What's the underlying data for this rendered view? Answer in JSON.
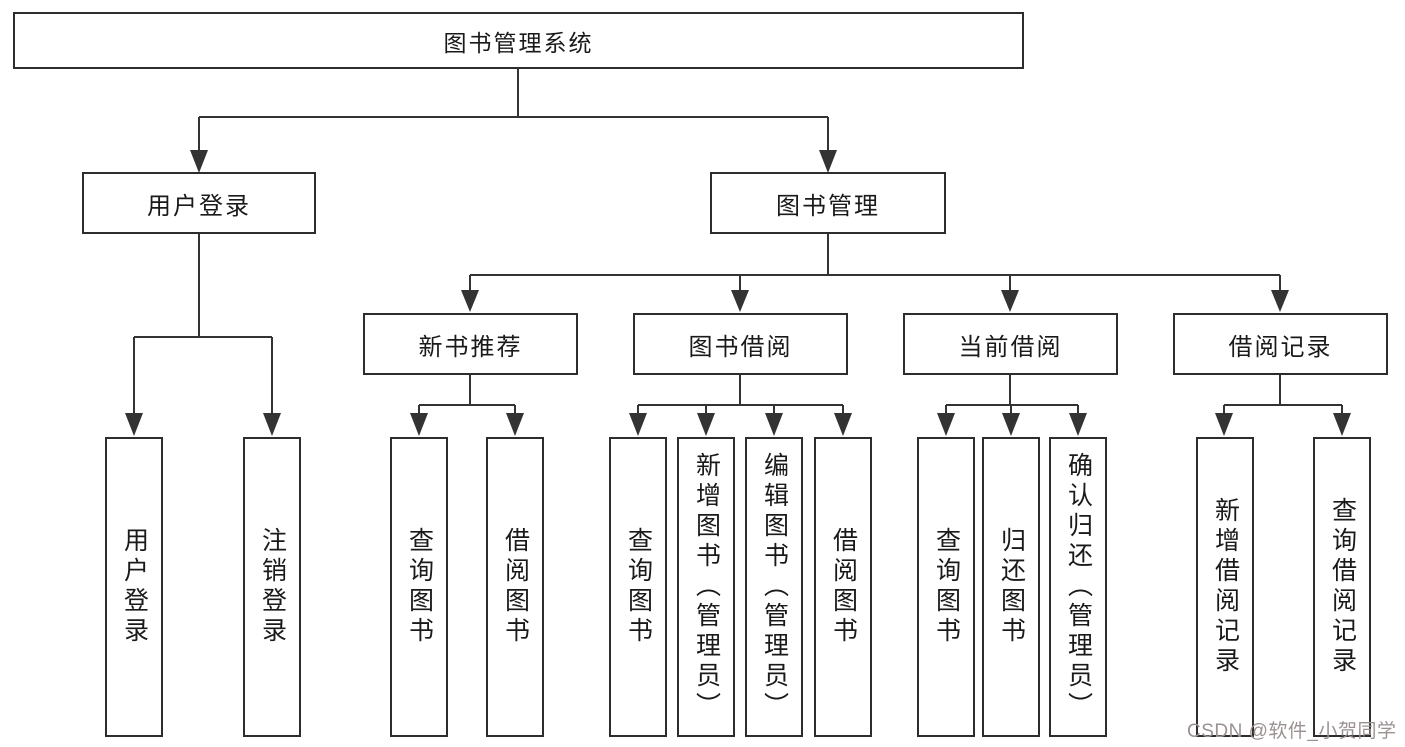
{
  "diagram": {
    "type": "hierarchy-flowchart",
    "title": "图书管理系统",
    "tree": {
      "label": "图书管理系统",
      "children": [
        {
          "label": "用户登录",
          "children": [
            {
              "label": "用户登录"
            },
            {
              "label": "注销登录"
            }
          ]
        },
        {
          "label": "图书管理",
          "children": [
            {
              "label": "新书推荐",
              "children": [
                {
                  "label": "查询图书"
                },
                {
                  "label": "借阅图书"
                }
              ]
            },
            {
              "label": "图书借阅",
              "children": [
                {
                  "label": "查询图书"
                },
                {
                  "label": "新增图书（管理员）"
                },
                {
                  "label": "编辑图书（管理员）"
                },
                {
                  "label": "借阅图书"
                }
              ]
            },
            {
              "label": "当前借阅",
              "children": [
                {
                  "label": "查询图书"
                },
                {
                  "label": "归还图书"
                },
                {
                  "label": "确认归还（管理员）"
                }
              ]
            },
            {
              "label": "借阅记录",
              "children": [
                {
                  "label": "新增借阅记录"
                },
                {
                  "label": "查询借阅记录"
                }
              ]
            }
          ]
        }
      ]
    }
  },
  "watermark": {
    "text": "CSDN @软件_小贺同学",
    "color": "#9b9191"
  },
  "colors": {
    "background": "#ffffff",
    "line": "#333333",
    "box_border": "#2d2d2d",
    "text": "#1a1a1a"
  }
}
